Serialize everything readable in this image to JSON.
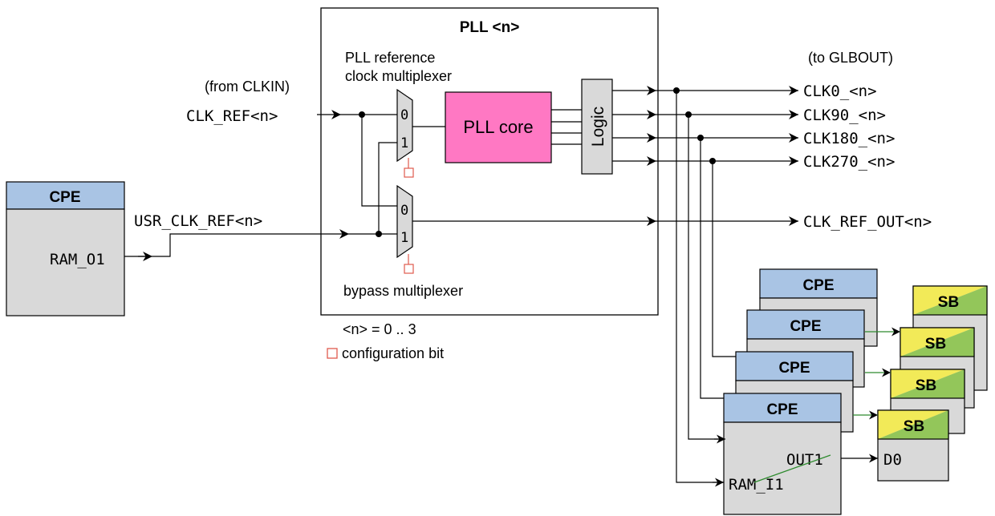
{
  "colors": {
    "cpe_header": "#a9c4e4",
    "box_fill": "#d9d9d9",
    "pll_core": "#ff78c3",
    "sb_yellow": "#f2ea58",
    "sb_green": "#93c65a",
    "config_bit": "#e05a4e",
    "route_green": "#2e8b2e"
  },
  "pll": {
    "title": "PLL <n>",
    "ref_mux_label_line1": "PLL reference",
    "ref_mux_label_line2": "clock multiplexer",
    "bypass_mux_label": "bypass multiplexer",
    "core_label": "PLL core",
    "logic_label": "Logic",
    "mux_input_0": "0",
    "mux_input_1": "1"
  },
  "inputs": {
    "from_clkin": "(from CLKIN)",
    "clk_ref": "CLK_REF<n>",
    "usr_clk_ref": "USR_CLK_REF<n>"
  },
  "left_cpe": {
    "title": "CPE",
    "port": "RAM_O1"
  },
  "outputs": {
    "to_glbout": "(to GLBOUT)",
    "signals": [
      "CLK0_<n>",
      "CLK90_<n>",
      "CLK180_<n>",
      "CLK270_<n>"
    ],
    "ref_out": "CLK_REF_OUT<n>"
  },
  "legend": {
    "range": "<n> = 0 .. 3",
    "config_bit": "configuration bit"
  },
  "right_cpe": {
    "title": "CPE",
    "input_port": "RAM_I1",
    "output_port": "OUT1"
  },
  "sb": {
    "title": "SB",
    "port": "D0"
  }
}
